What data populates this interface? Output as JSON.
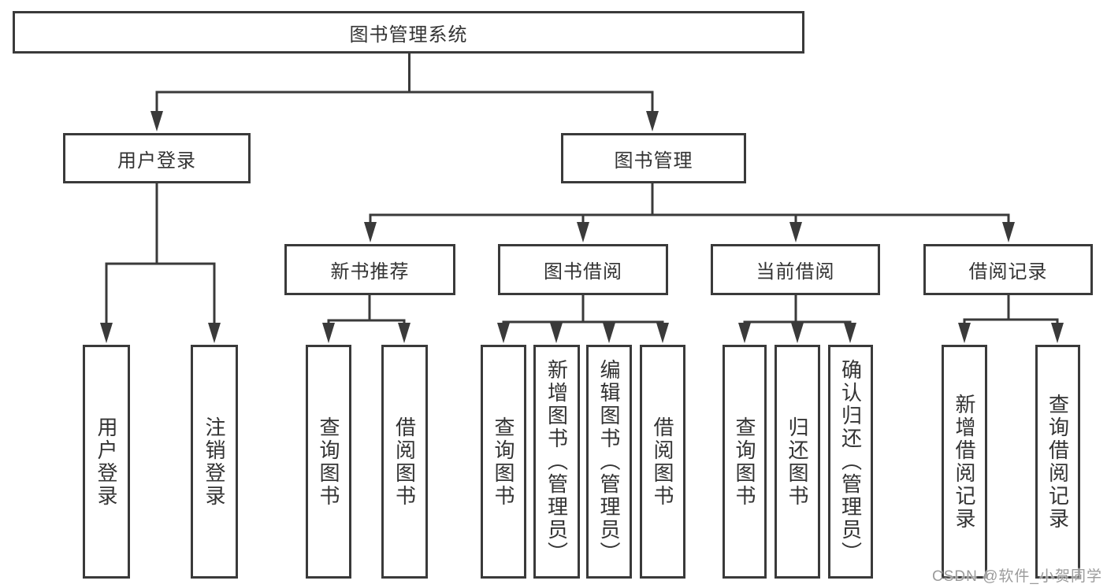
{
  "diagram": {
    "root": "图书管理系统",
    "level2": [
      "用户登录",
      "图书管理"
    ],
    "level3": [
      "新书推荐",
      "图书借阅",
      "当前借阅",
      "借阅记录"
    ],
    "leaves_user": [
      "用户登录",
      "注销登录"
    ],
    "leaves_recommend": [
      "查询图书",
      "借阅图书"
    ],
    "leaves_borrow": [
      "查询图书",
      "新增图书（管理员）",
      "编辑图书（管理员）",
      "借阅图书"
    ],
    "leaves_current": [
      "查询图书",
      "归还图书",
      "确认归还（管理员）"
    ],
    "leaves_records": [
      "新增借阅记录",
      "查询借阅记录"
    ]
  },
  "watermark": "CSDN @软件_小贺同学",
  "colors": {
    "line": "#3a3a3a",
    "box_border": "#3a3a3a",
    "text": "#333333",
    "watermark": "#969696",
    "background": "#ffffff"
  }
}
